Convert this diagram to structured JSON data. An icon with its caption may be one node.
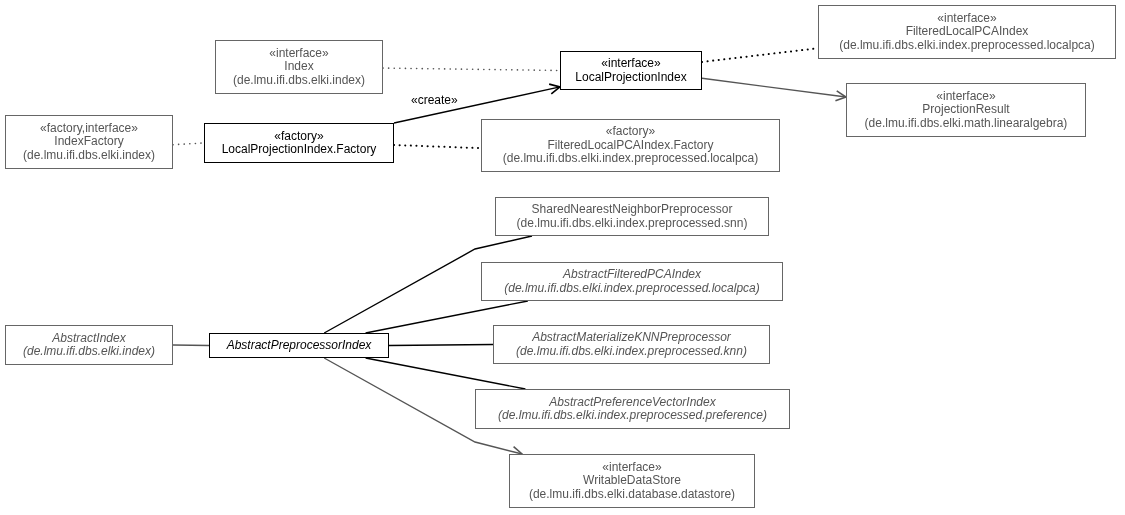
{
  "diagram": {
    "nodes": [
      {
        "text": [
          "«interface»",
          "FilteredLocalPCAIndex",
          "(de.lmu.ifi.dbs.elki.index.preprocessed.localpca)"
        ]
      },
      {
        "text": [
          "«interface»",
          "Index",
          "(de.lmu.ifi.dbs.elki.index)"
        ]
      },
      {
        "text": [
          "«interface»",
          "LocalProjectionIndex"
        ]
      },
      {
        "text": [
          "«interface»",
          "ProjectionResult",
          "(de.lmu.ifi.dbs.elki.math.linearalgebra)"
        ]
      },
      {
        "text": [
          "«factory,interface»",
          "IndexFactory",
          "(de.lmu.ifi.dbs.elki.index)"
        ]
      },
      {
        "text": [
          "«factory»",
          "LocalProjectionIndex.Factory"
        ]
      },
      {
        "text": [
          "«factory»",
          "FilteredLocalPCAIndex.Factory",
          "(de.lmu.ifi.dbs.elki.index.preprocessed.localpca)"
        ]
      },
      {
        "text": [
          "SharedNearestNeighborPreprocessor",
          "(de.lmu.ifi.dbs.elki.index.preprocessed.snn)"
        ]
      },
      {
        "text": [
          "AbstractFilteredPCAIndex",
          "(de.lmu.ifi.dbs.elki.index.preprocessed.localpca)"
        ]
      },
      {
        "text": [
          "AbstractIndex",
          "(de.lmu.ifi.dbs.elki.index)"
        ]
      },
      {
        "text": [
          "AbstractPreprocessorIndex"
        ]
      },
      {
        "text": [
          "AbstractMaterializeKNNPreprocessor",
          "(de.lmu.ifi.dbs.elki.index.preprocessed.knn)"
        ]
      },
      {
        "text": [
          "AbstractPreferenceVectorIndex",
          "(de.lmu.ifi.dbs.elki.index.preprocessed.preference)"
        ]
      },
      {
        "text": [
          "«interface»",
          "WritableDataStore",
          "(de.lmu.ifi.dbs.elki.database.datastore)"
        ]
      }
    ],
    "edges": [
      {
        "from": 1,
        "to": 2,
        "arrow": "none",
        "style": "dashed",
        "color": "#555555"
      },
      {
        "from": 4,
        "to": 5,
        "arrow": "none",
        "style": "dashed",
        "color": "#555555"
      },
      {
        "from": 5,
        "to": 2,
        "arrow": "to",
        "label": "«create»"
      },
      {
        "from": 5,
        "to": 6,
        "arrow": "none",
        "style": "dashed"
      },
      {
        "from": 2,
        "to": 0,
        "arrow": "none",
        "style": "dashed"
      },
      {
        "from": 2,
        "to": 3,
        "arrow": "to",
        "color": "#555555"
      },
      {
        "from": 9,
        "to": 10,
        "arrow": "none",
        "color": "#555555"
      },
      {
        "from": 10,
        "to": 7,
        "arrow": "none"
      },
      {
        "from": 10,
        "to": 8,
        "arrow": "none"
      },
      {
        "from": 10,
        "to": 11,
        "arrow": "none"
      },
      {
        "from": 10,
        "to": 12,
        "arrow": "none"
      },
      {
        "from": 10,
        "to": 13,
        "arrow": "to",
        "color": "#555555"
      }
    ]
  }
}
